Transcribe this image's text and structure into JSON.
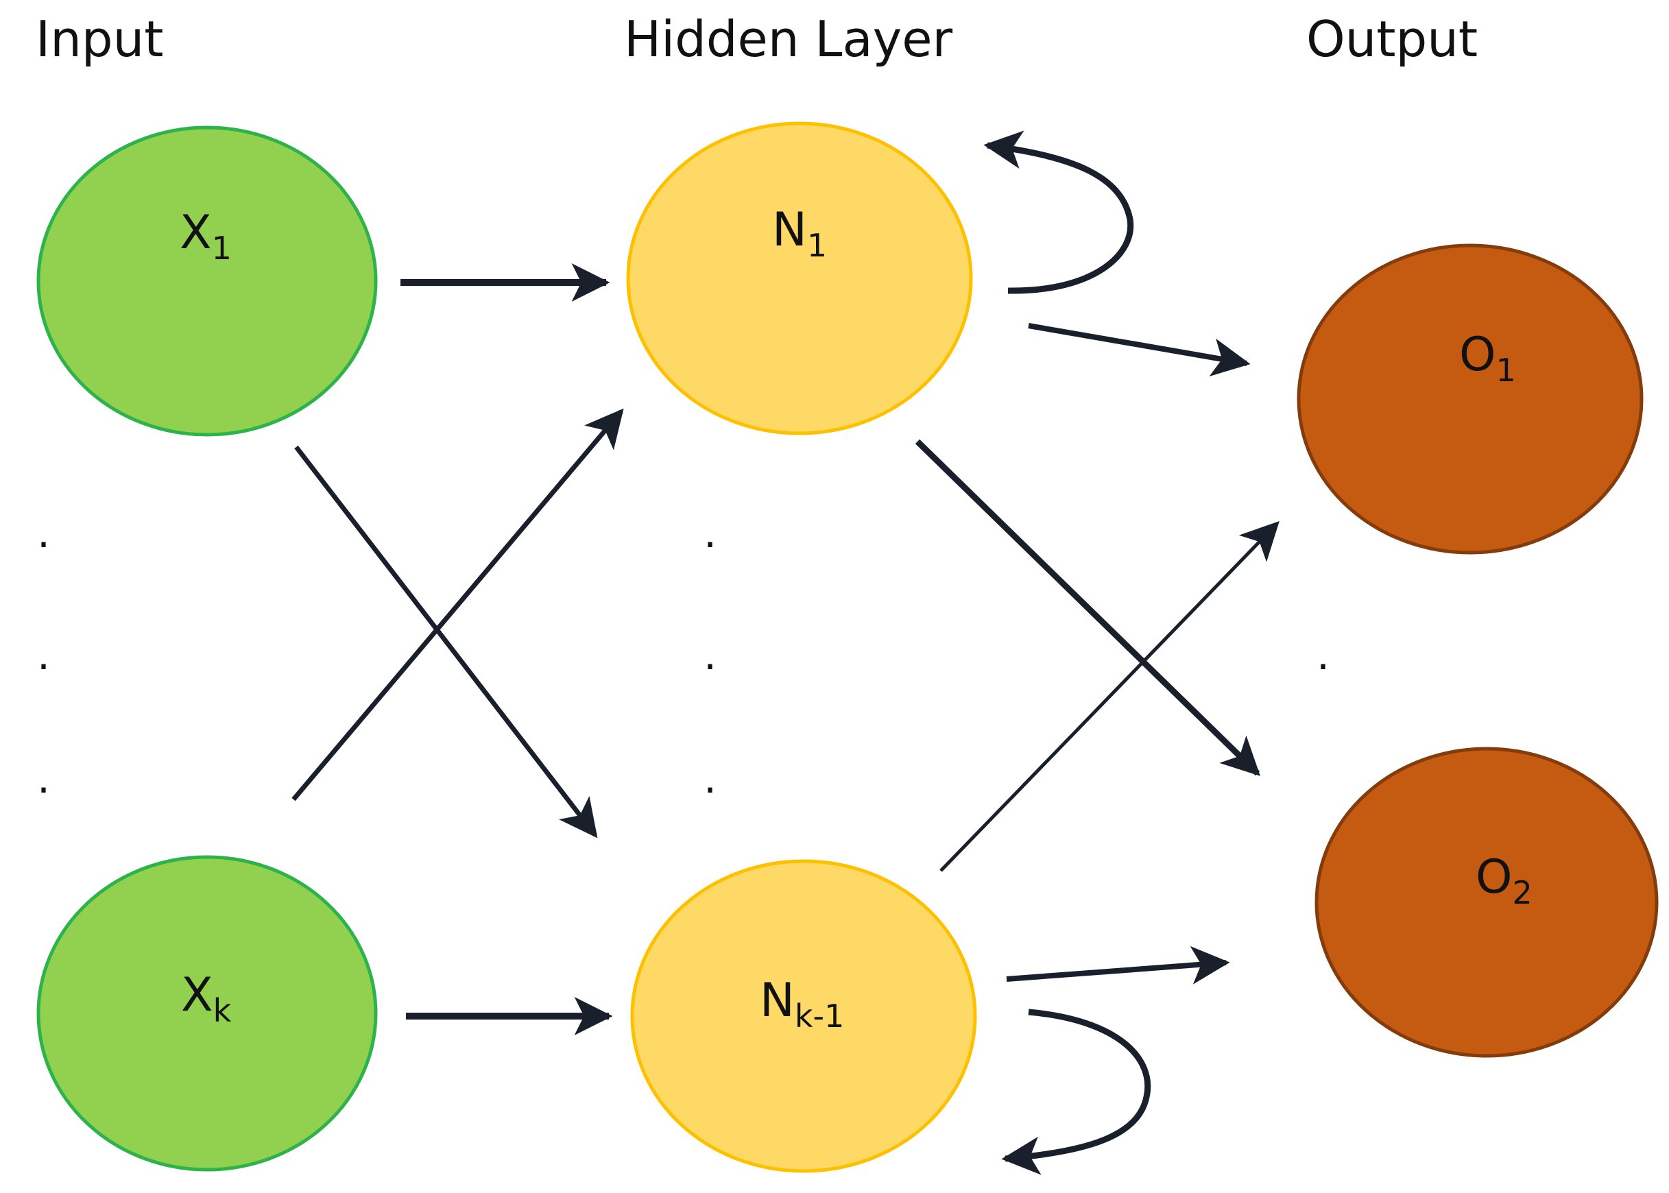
{
  "titles": {
    "input": "Input",
    "hidden": "Hidden Layer",
    "output": "Output"
  },
  "nodes": {
    "x1": {
      "main": "X",
      "sub": "1"
    },
    "xk": {
      "main": "X",
      "sub": "k"
    },
    "n1": {
      "main": "N",
      "sub": "1"
    },
    "nk1": {
      "main": "N",
      "sub": "k-1"
    },
    "o1": {
      "main": "O",
      "sub": "1"
    },
    "o2": {
      "main": "O",
      "sub": "2"
    }
  },
  "ellipsis_dot": ".",
  "colors": {
    "input_fill": "#92d050",
    "input_stroke": "#2eb34b",
    "hidden_fill": "#ffd966",
    "hidden_stroke": "#ffc000",
    "output_fill": "#c55a11",
    "output_stroke": "#843c0c",
    "arrow": "#1a1f2c"
  }
}
